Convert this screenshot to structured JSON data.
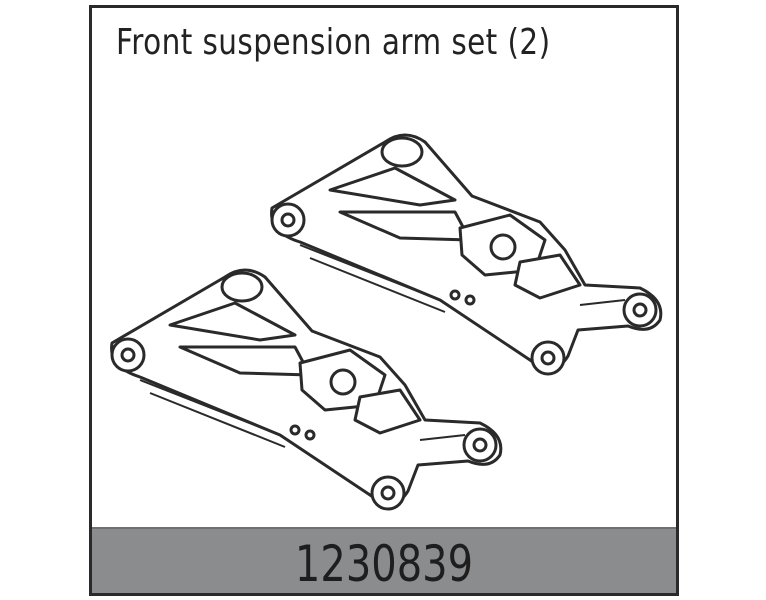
{
  "product": {
    "title": "Front suspension arm set (2)",
    "part_number": "1230839"
  },
  "colors": {
    "bar": "#8b8c8e",
    "line": "#2a2a2a"
  },
  "illustration": {
    "items": [
      "front-suspension-arm",
      "front-suspension-arm"
    ]
  }
}
